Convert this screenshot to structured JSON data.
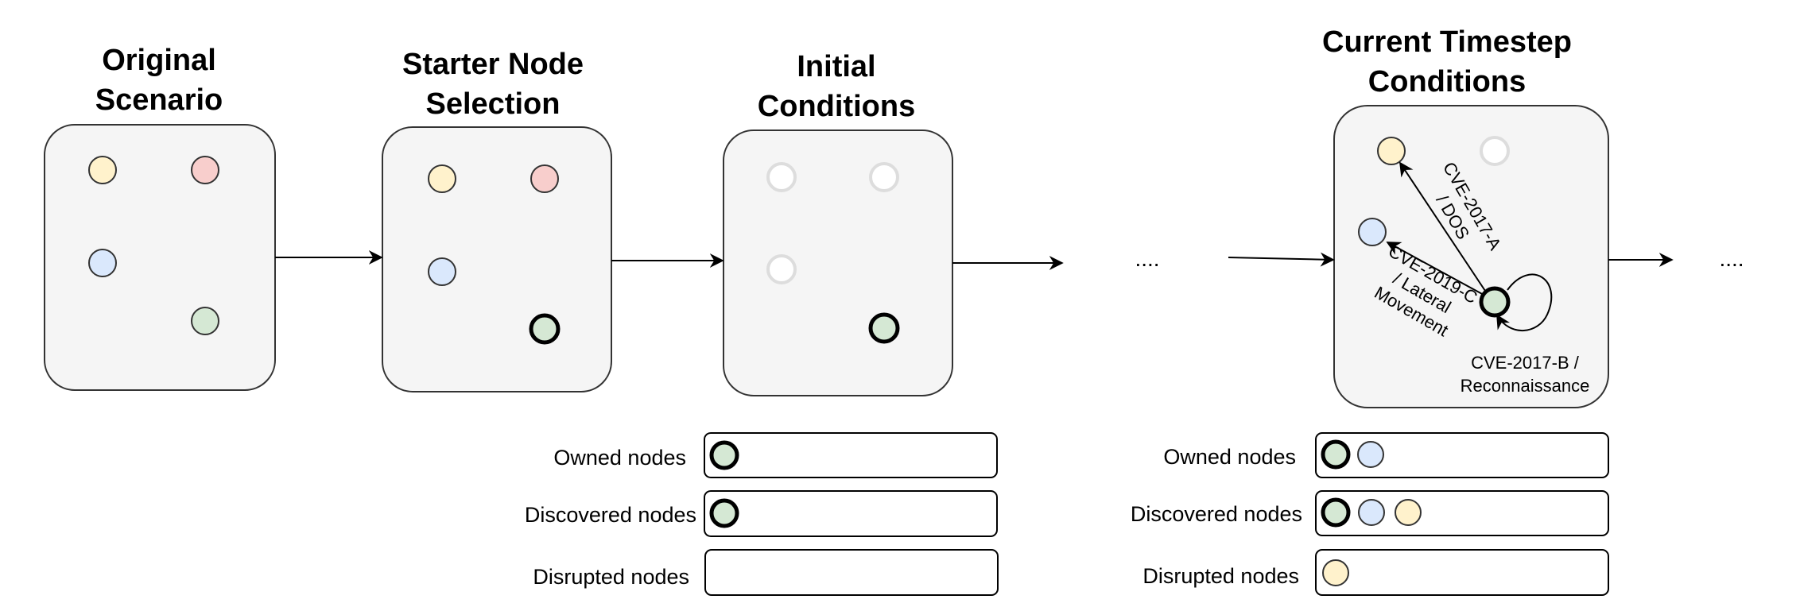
{
  "titles": {
    "original": [
      "Original",
      "Scenario"
    ],
    "starter": [
      "Starter Node",
      "Selection"
    ],
    "initial": [
      "Initial",
      "Conditions"
    ],
    "current": [
      "Current Timestep",
      "Conditions"
    ]
  },
  "ellipses": [
    "....",
    "...."
  ],
  "lists": {
    "owned": "Owned nodes",
    "discovered": "Discovered nodes",
    "disrupted": "Disrupted nodes"
  },
  "edges": {
    "to_yellow": [
      "CVE-2017-A",
      "/ DOS"
    ],
    "to_blue": [
      "CVE-2019-C",
      "/ Lateral",
      "Movement"
    ],
    "self_loop": [
      "CVE-2017-B /",
      "Reconnaissance"
    ]
  },
  "colors": {
    "yellow": "#fff2cc",
    "red": "#f8cecc",
    "blue": "#dae8fc",
    "green": "#d5e8d4",
    "faded": "#dddddd",
    "panel": "#f5f5f5"
  }
}
